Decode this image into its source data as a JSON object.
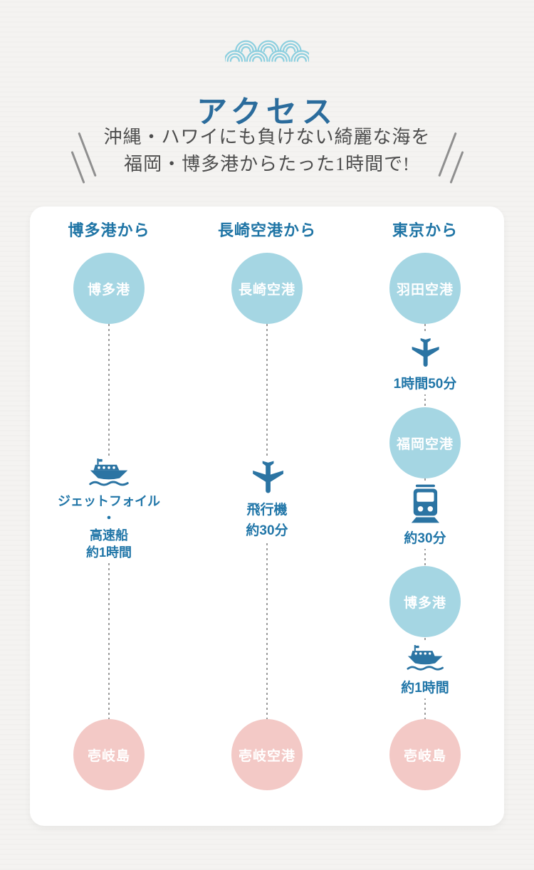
{
  "header": {
    "wave_icon": "seigaiha-wave-icon",
    "title": "アクセス",
    "subtitle": [
      "沖縄・ハワイにも負けない綺麗な海を",
      "福岡・博多港からたった1時間で!"
    ]
  },
  "colors": {
    "background": "#f4f3f1",
    "card": "#ffffff",
    "title_blue": "#2b6c9c",
    "heading_blue": "#1e74a5",
    "icon_blue": "#2b74a3",
    "circle_blue": "#a5d6e3",
    "circle_pink": "#f3c9c6",
    "wave_blue": "#8ccfdf",
    "subtitle_gray": "#4d4d4d"
  },
  "routes": [
    {
      "heading": "博多港から",
      "start": "博多港",
      "leg": {
        "icon": "ship-icon",
        "lines": [
          "ジェットフォイル",
          "・",
          "高速船",
          "約1時間"
        ]
      },
      "end": "壱岐島"
    },
    {
      "heading": "長崎空港から",
      "start": "長崎空港",
      "leg": {
        "icon": "plane-icon",
        "lines": [
          "飛行機",
          "約30分"
        ]
      },
      "end": "壱岐空港"
    },
    {
      "heading": "東京から",
      "start": "羽田空港",
      "legs": [
        {
          "icon": "plane-icon",
          "duration": "1時間50分",
          "to": "福岡空港"
        },
        {
          "icon": "train-icon",
          "duration": "約30分",
          "to": "博多港"
        },
        {
          "icon": "ship-icon",
          "duration": "約1時間",
          "to": "壱岐島"
        }
      ]
    }
  ]
}
